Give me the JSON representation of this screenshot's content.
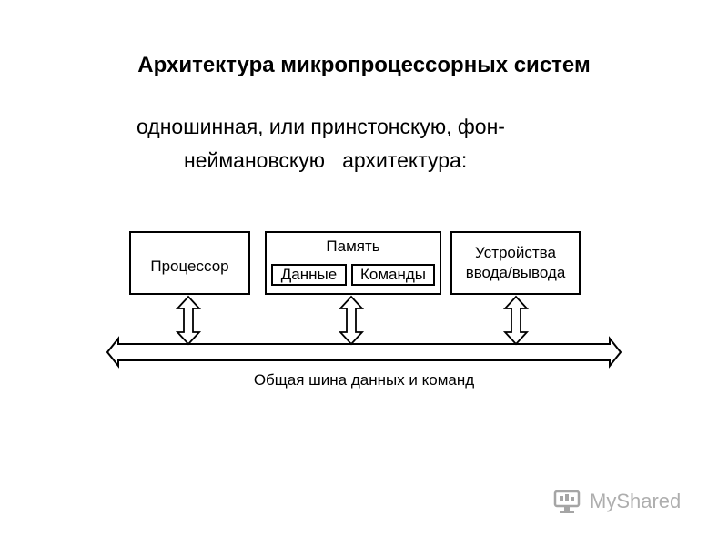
{
  "title": "Архитектура микропроцессорных систем",
  "subtitle": {
    "line1": "одношинная, или принстонскую, фон-",
    "line2": "неймановскую   архитектура:"
  },
  "blocks": {
    "processor": "Процессор",
    "memory": {
      "label": "Память",
      "data": "Данные",
      "commands": "Команды"
    },
    "io": {
      "line1": "Устройства",
      "line2": "ввода/вывода"
    }
  },
  "bus_label": "Общая шина данных и команд",
  "watermark": {
    "text": "MyShared",
    "icon": "mycomputer-icon"
  }
}
